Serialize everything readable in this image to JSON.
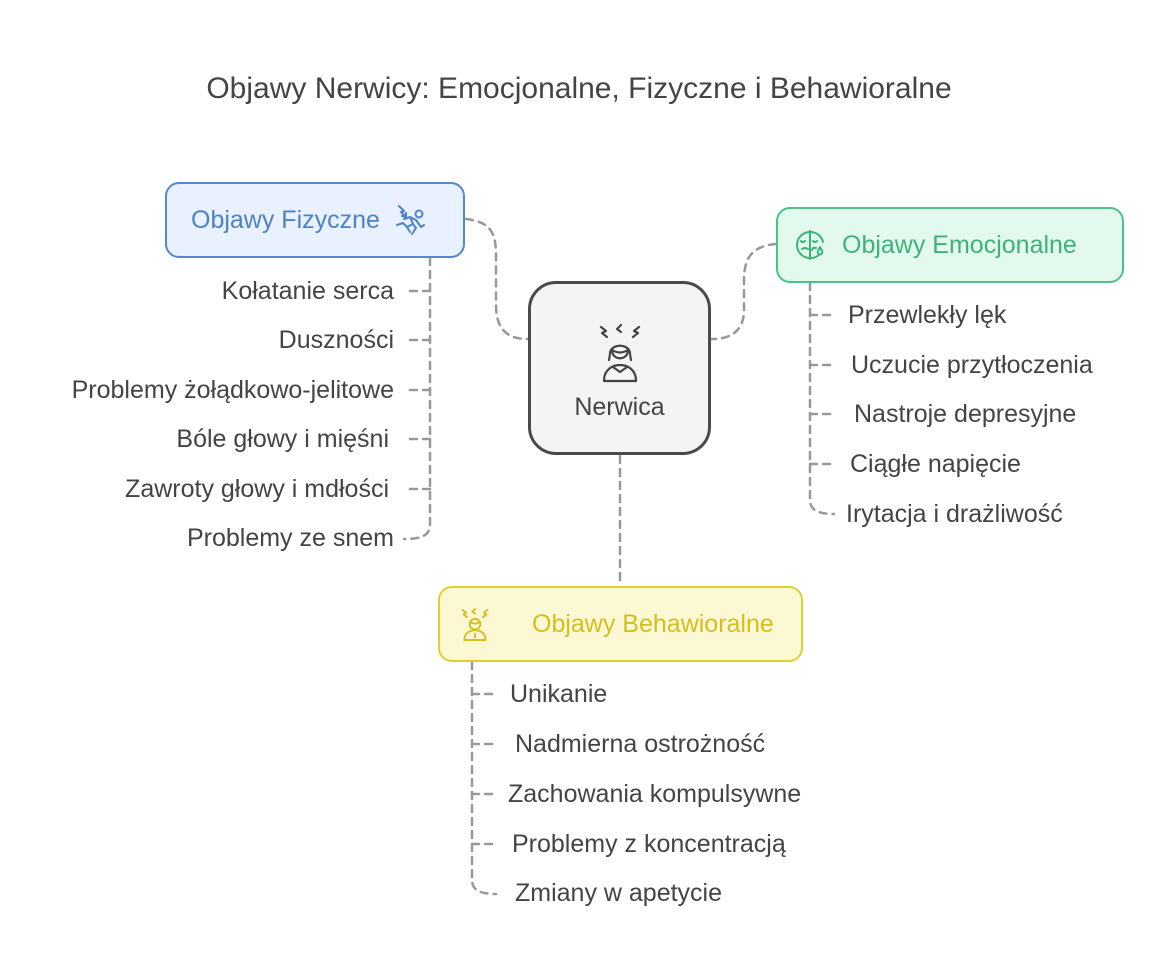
{
  "title": "Objawy Nerwicy: Emocjonalne, Fizyczne i Behawioralne",
  "colors": {
    "physical": "#4e82c8",
    "emotional": "#3db37a",
    "behavioral": "#d4bf1f",
    "center": "#4a4a4a",
    "connector": "#999999"
  },
  "center": {
    "label": "Nerwica",
    "icon": "stressed-person-icon"
  },
  "branches": {
    "physical": {
      "label": "Objawy Fizyczne",
      "icon": "falling-person-lightning-icon",
      "items": [
        "Kołatanie serca",
        "Duszności",
        "Problemy żołądkowo-jelitowe",
        "Bóle głowy i mięśni",
        "Zawroty głowy i mdłości",
        "Problemy ze snem"
      ]
    },
    "emotional": {
      "label": "Objawy Emocjonalne",
      "icon": "sad-happy-face-icon",
      "items": [
        "Przewlekły lęk",
        "Uczucie przytłoczenia",
        "Nastroje depresyjne",
        "Ciągłe napięcie",
        "Irytacja i drażliwość"
      ]
    },
    "behavioral": {
      "label": "Objawy Behawioralne",
      "icon": "stressed-person-icon",
      "items": [
        "Unikanie",
        "Nadmierna ostrożność",
        "Zachowania kompulsywne",
        "Problemy z koncentracją",
        "Zmiany w apetycie"
      ]
    }
  }
}
